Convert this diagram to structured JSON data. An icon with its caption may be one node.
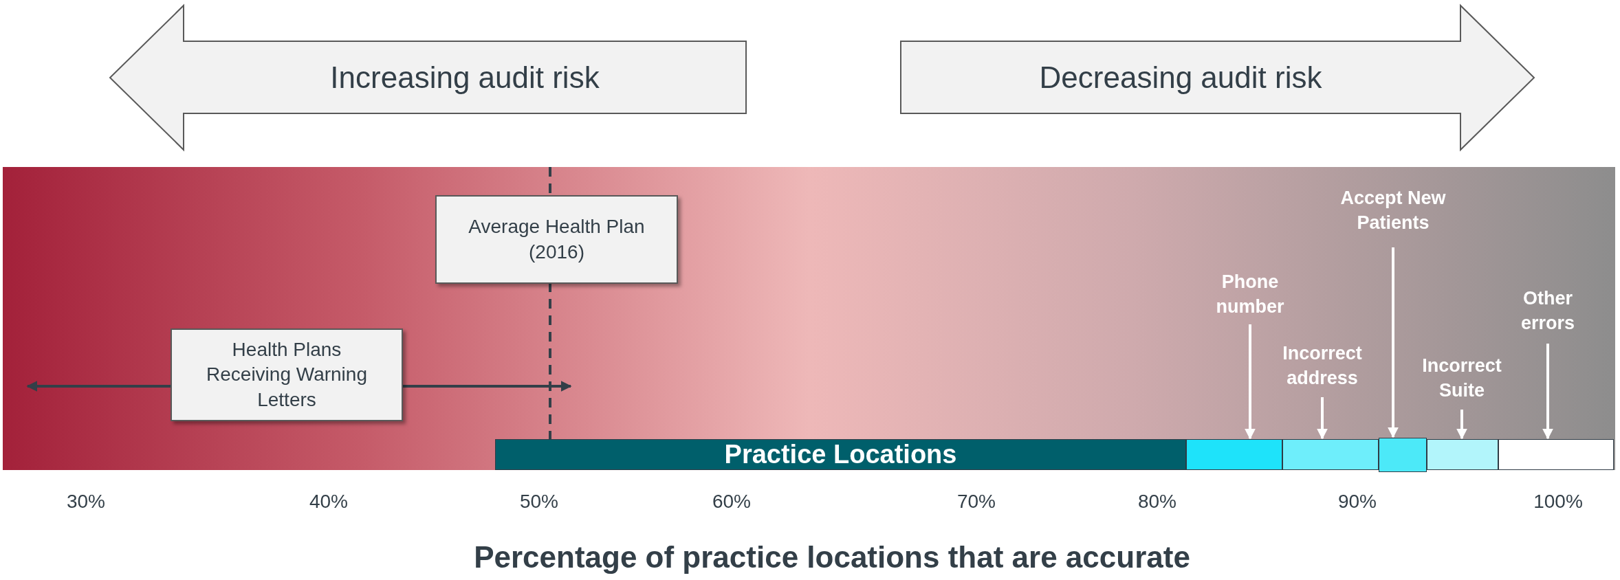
{
  "diagram": {
    "nodes": [
      {
        "text": [
          "Increasing audit risk"
        ]
      },
      {
        "text": [
          "Decreasing audit risk"
        ]
      },
      {
        "text": [
          "Average Health Plan (2016)"
        ]
      },
      {
        "text": [
          "Health Plans Receiving Warning Letters"
        ]
      },
      {
        "text": [
          "Phone number"
        ]
      },
      {
        "text": [
          "Accept New Patients"
        ]
      },
      {
        "text": [
          "Incorrect address"
        ]
      },
      {
        "text": [
          "Incorrect Suite"
        ]
      },
      {
        "text": [
          "Other errors"
        ]
      },
      {
        "text": [
          "Practice Locations"
        ]
      },
      {
        "text": [],
        "shape": "bar"
      },
      {
        "text": [],
        "shape": "bar"
      },
      {
        "text": [],
        "shape": "bar"
      },
      {
        "text": [],
        "shape": "bar"
      },
      {
        "text": [],
        "shape": "bar"
      }
    ],
    "edges": [
      {
        "from": 4,
        "to": 10,
        "arrow": "to"
      },
      {
        "from": 6,
        "to": 11,
        "arrow": "to"
      },
      {
        "from": 5,
        "to": 12,
        "arrow": "to"
      },
      {
        "from": 7,
        "to": 13,
        "arrow": "to"
      },
      {
        "from": 8,
        "to": 14,
        "arrow": "to"
      }
    ],
    "labels": [
      "30%",
      "40%",
      "50%",
      "60%",
      "70%",
      "80%",
      "90%",
      "100%",
      "Percentage of practice locations that are accurate"
    ]
  }
}
